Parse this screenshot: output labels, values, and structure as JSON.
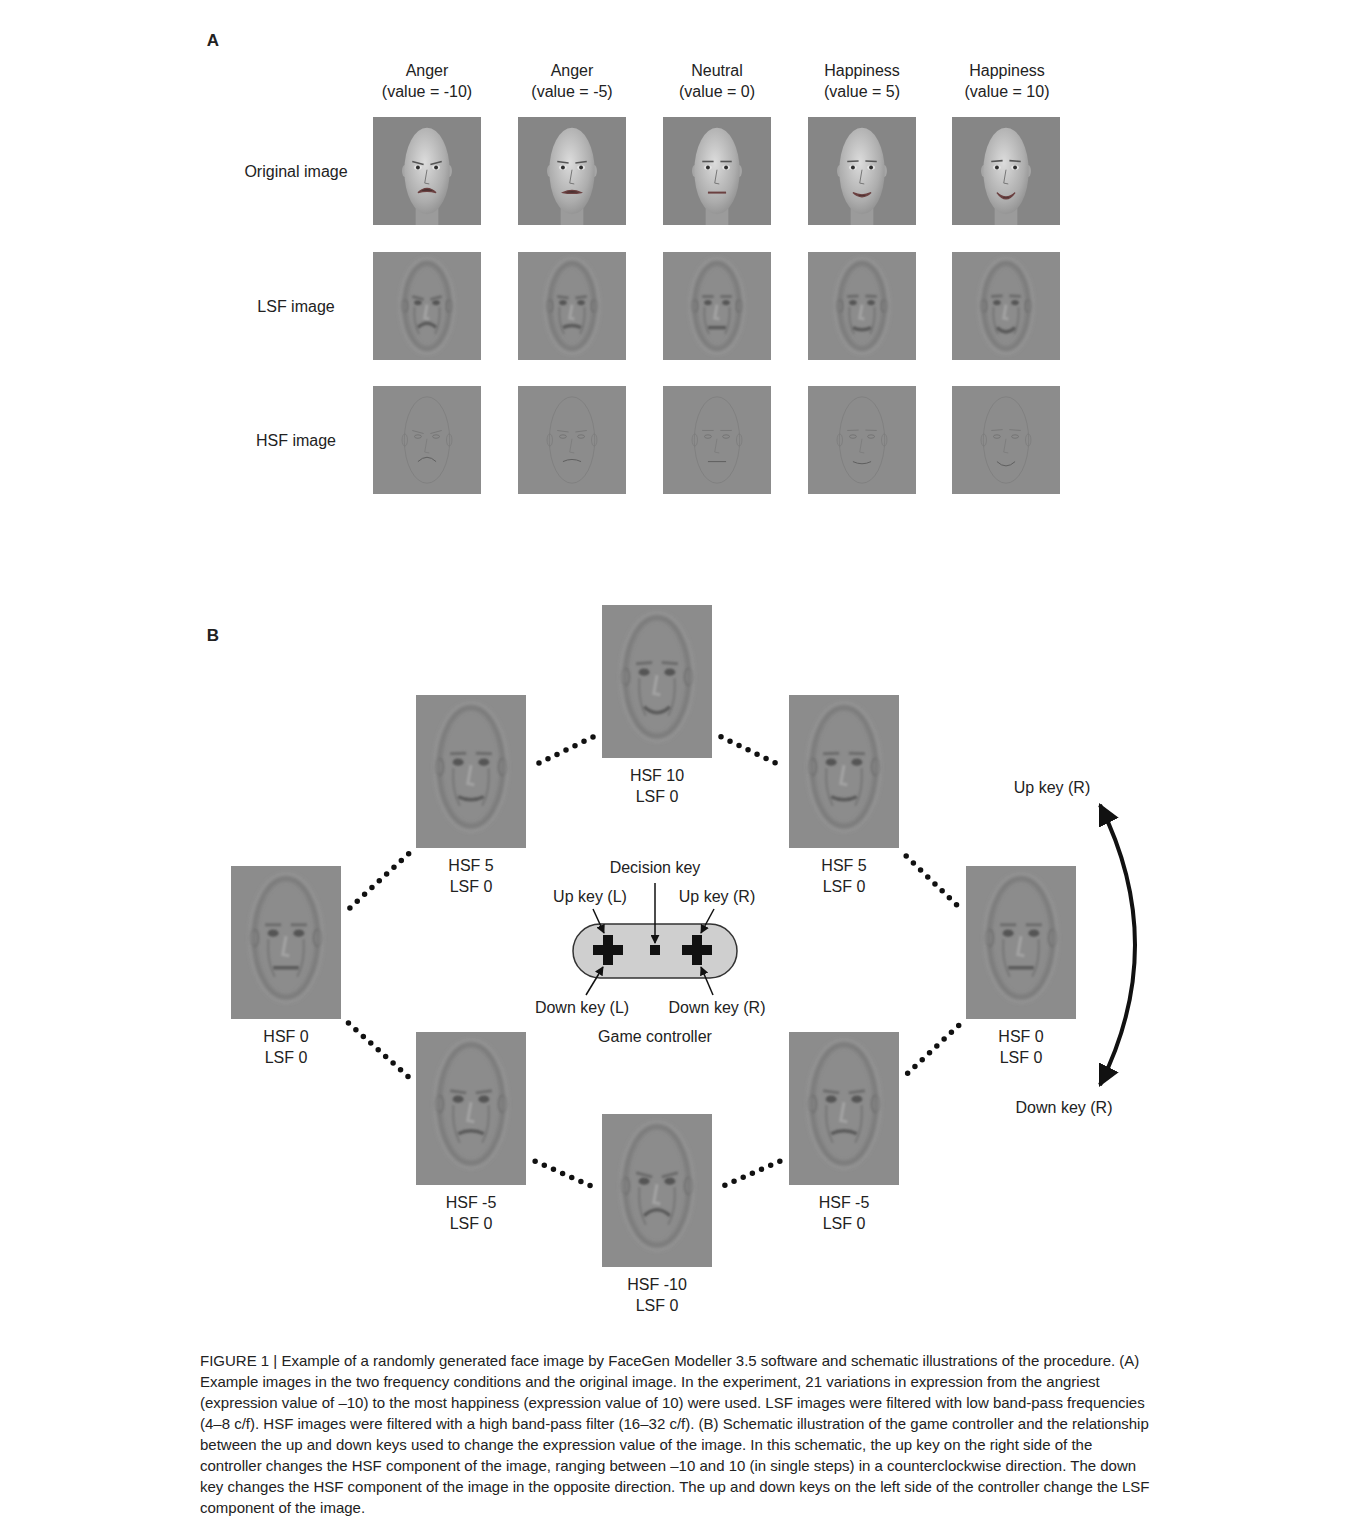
{
  "diagram": {
    "caption": "FIGURE 1 | Example of a randomly generated face image by FaceGen Modeller 3.5 software and schematic illustrations of the procedure. (A) Example images in the two frequency conditions and the original image. In the experiment, 21 variations in expression from the angriest (expression value of –10) to the most happiness (expression value of 10) were used. LSF images were filtered with low band-pass frequencies (4–8 c/f). HSF images were filtered with a high band-pass filter (16–32 c/f). (B) Schematic illustration of the game controller and the relationship between the up and down keys used to change the expression value of the image. In this schematic, the up key on the right side of the controller changes the HSF component of the image, ranging between –10 and 10 (in single steps) in a counterclockwise direction. The down key changes the HSF component of the image in the opposite direction. The up and down keys on the left side of the controller change the LSF component of the image.",
    "nodes": [
      {
        "text": [
          "HSF 10",
          "LSF 0"
        ]
      },
      {
        "text": [
          "HSF 5",
          "LSF 0"
        ]
      },
      {
        "text": [
          "HSF 5",
          "LSF 0"
        ]
      },
      {
        "text": [
          "HSF 0",
          "LSF 0"
        ]
      },
      {
        "text": [
          "HSF 0",
          "LSF 0"
        ]
      },
      {
        "text": [
          "HSF -5",
          "LSF 0"
        ]
      },
      {
        "text": [
          "HSF -5",
          "LSF 0"
        ]
      },
      {
        "text": [
          "HSF -10",
          "LSF 0"
        ]
      },
      {
        "text": [
          "Game controller"
        ]
      }
    ],
    "edges": [
      {
        "from": 0,
        "to": 1,
        "arrow": "none"
      },
      {
        "from": 0,
        "to": 2,
        "arrow": "none"
      },
      {
        "from": 1,
        "to": 3,
        "arrow": "none"
      },
      {
        "from": 2,
        "to": 4,
        "arrow": "none"
      },
      {
        "from": 3,
        "to": 5,
        "arrow": "none"
      },
      {
        "from": 4,
        "to": 6,
        "arrow": "none"
      },
      {
        "from": 5,
        "to": 7,
        "arrow": "none"
      },
      {
        "from": 6,
        "to": 7,
        "arrow": "none"
      }
    ],
    "labels": [
      "A",
      "Anger",
      "(value = -10)",
      "Anger",
      "(value = -5)",
      "Neutral",
      "(value = 0)",
      "Happiness",
      "(value = 5)",
      "Happiness",
      "(value = 10)",
      "Original image",
      "LSF image",
      "HSF image",
      "B",
      "Decision key",
      "Up key (L)",
      "Up key (R)",
      "Down key (L)",
      "Down key (R)",
      "Up key (R)",
      "Down key (R)"
    ]
  }
}
